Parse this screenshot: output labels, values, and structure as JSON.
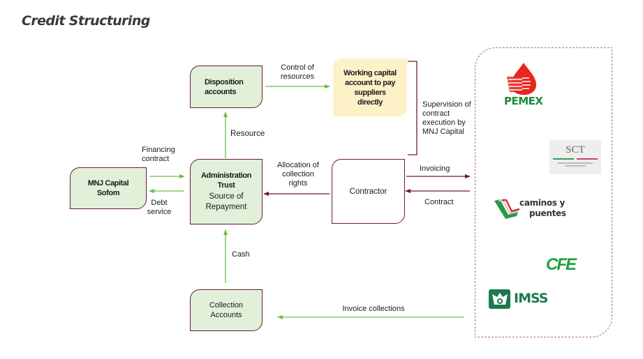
{
  "title": "Credit Structuring",
  "nodes": {
    "mnj": "MNJ Capital Sofom",
    "admin_trust_title": "Administration Trust",
    "admin_trust_sub": "Source of Repayment",
    "disposition": "Disposition accounts",
    "working_capital": "Working capital account to pay suppliers directly",
    "contractor": "Contractor",
    "collection": "Collection Accounts"
  },
  "labels": {
    "financing_contract": "Financing contract",
    "debt_service": "Debt service",
    "resource": "Resource",
    "control_of_resources": "Control of resources",
    "supervision": "Supervision of contract execution by MNJ Capital",
    "allocation": "Allocation of collection rights",
    "invoicing": "Invoicing",
    "contract": "Contract",
    "cash": "Cash",
    "invoice_collections": "Invoice collections"
  },
  "logos": {
    "pemex": "PEMEX",
    "sct": "SCT",
    "caminos_1": "caminos y",
    "caminos_2": "puentes",
    "cfe": "CFE",
    "imss": "IMSS"
  },
  "colors": {
    "green_arrow": "#6abf45",
    "maroon": "#6b1a36",
    "box_green": "#e2f0d9",
    "box_yellow": "#fdf1c8"
  }
}
